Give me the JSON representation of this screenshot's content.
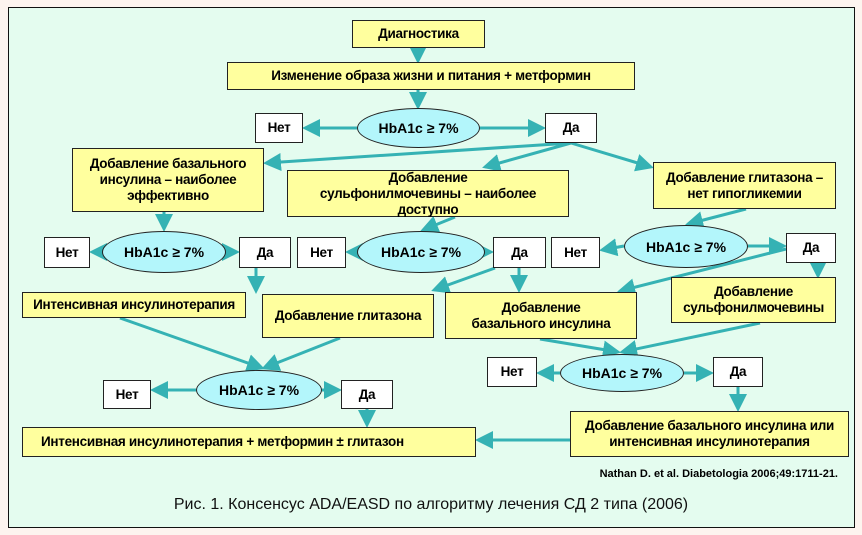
{
  "nodes": {
    "diagnosis": "Диагностика",
    "lifestyle": "Изменение образа жизни и питания + метформин",
    "hba1c": "HbA1c ≥ 7%",
    "no": "Нет",
    "yes": "Да",
    "basal_effective": "Добавление базального инсулина – наиболее эффективно",
    "sulfonyl_available": "Добавление сульфонилмочевины – наиболее доступно",
    "glitazone_nohypo": "Добавление глитазона – нет гипогликемии",
    "intensive_insulin": "Интенсивная инсулинотерапия",
    "add_glitazone": "Добавление глитазона",
    "add_basal": "Добавление базального инсулина",
    "add_sulfonyl": "Добавление сульфонилмочевины",
    "basal_or_intensive": "Добавление базального инсулина или интенсивная инсулинотерапия",
    "final": "Интенсивная инсулинотерапия + метформин ± глитазон"
  },
  "citation": "Nathan D. et al. Diabetologia 2006;49:1711-21.",
  "caption": "Рис. 1. Консенсус ADA/EASD по алгоритму лечения СД 2 типа (2006)",
  "colors": {
    "box": "#ffff9e",
    "ellipse": "#b3f6fb",
    "arrow": "#35b2b4",
    "background": "#e4fcef"
  }
}
